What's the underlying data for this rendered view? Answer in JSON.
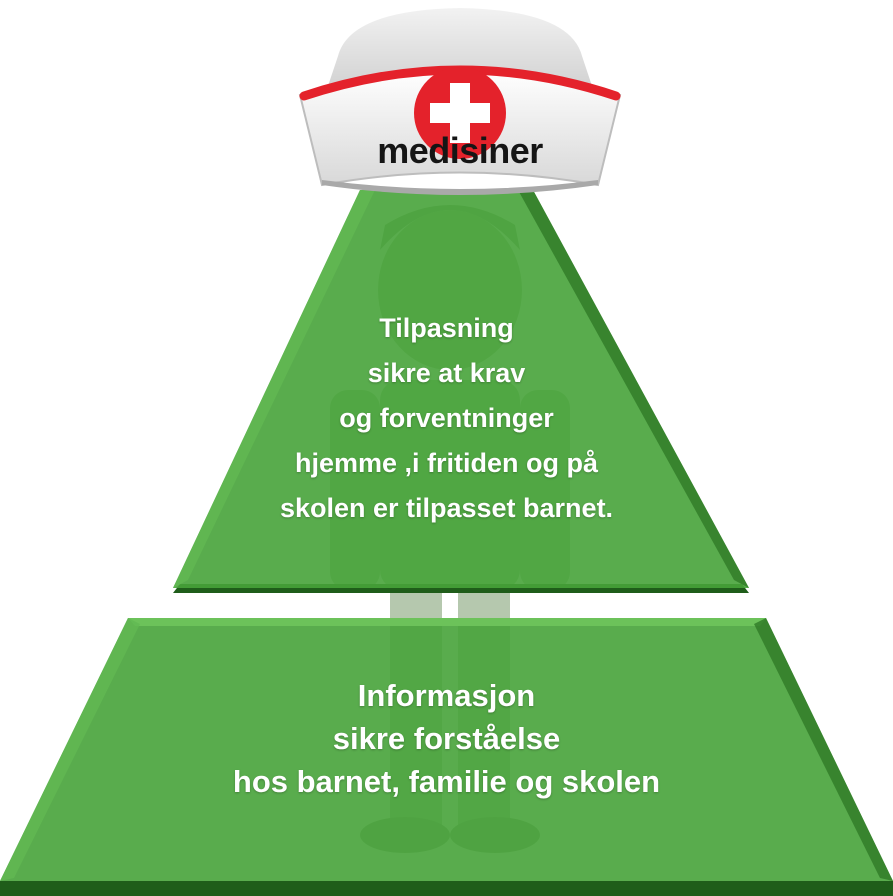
{
  "cap": {
    "label": "medisiner",
    "accent_color": "#e4222b",
    "icon": "red-cross-icon"
  },
  "tiers": [
    {
      "color": "#47a33a",
      "lines": [
        "Tilpasning",
        "sikre at krav",
        "og forventninger",
        "hjemme ,i fritiden og på",
        "skolen er tilpasset barnet."
      ]
    },
    {
      "color": "#47a33a",
      "lines": [
        "Informasjon",
        "sikre forståelse",
        "hos barnet, familie og skolen"
      ]
    }
  ],
  "background_figure": "child-figure"
}
